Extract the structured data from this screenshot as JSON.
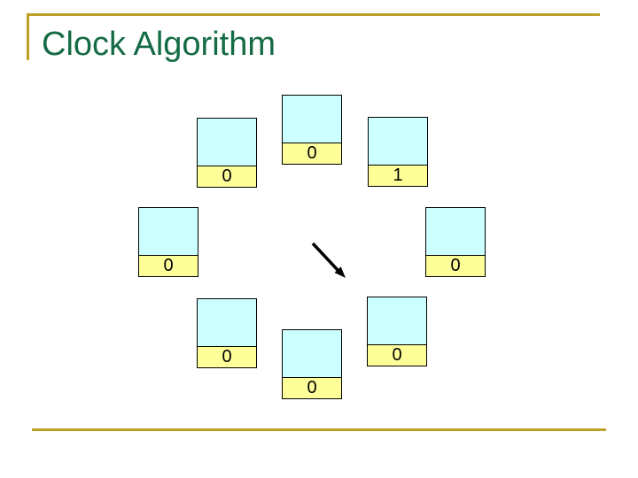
{
  "slide": {
    "title": "Clock Algorithm",
    "colors": {
      "title_text": "#156B45",
      "accent_line": "#BDA125",
      "frame_fill": "#CCFFFF",
      "bit_fill": "#FFFF99",
      "outline": "#000000",
      "arrow": "#000000",
      "background": "#FFFFFF"
    },
    "diagram": {
      "arrow": {
        "name": "clock-hand",
        "points_toward": "lower-right"
      },
      "frames": [
        {
          "position": "top-center",
          "bit": "0"
        },
        {
          "position": "upper-right",
          "bit": "1"
        },
        {
          "position": "mid-right",
          "bit": "0"
        },
        {
          "position": "lower-right",
          "bit": "0"
        },
        {
          "position": "bottom-center",
          "bit": "0"
        },
        {
          "position": "lower-left",
          "bit": "0"
        },
        {
          "position": "mid-left",
          "bit": "0"
        },
        {
          "position": "upper-left",
          "bit": "0"
        }
      ]
    }
  }
}
